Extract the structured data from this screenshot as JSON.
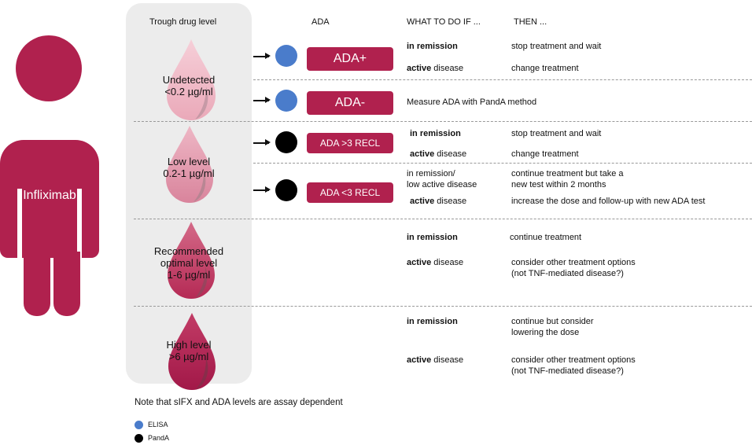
{
  "headers": {
    "trough": "Trough drug level",
    "ada": "ADA",
    "what": "WHAT TO DO IF ...",
    "then": "THEN ..."
  },
  "person": {
    "label": "Infliximab"
  },
  "levels": [
    {
      "line1": "Undetected",
      "line2": "<0.2 µg/ml"
    },
    {
      "line1": "Low level",
      "line2": "0.2-1 µg/ml"
    },
    {
      "line1": "Recommended",
      "line2": "optimal level",
      "line3": "1-6 µg/ml"
    },
    {
      "line1": "High level",
      "line2": ">6 µg/ml"
    }
  ],
  "ada_boxes": [
    "ADA+",
    "ADA-",
    "ADA >3 RECL",
    "ADA <3 RECL"
  ],
  "conditions": {
    "in_remission": "in remission",
    "active_bold": "active",
    "disease": " disease",
    "in_remission_slash": "in remission/",
    "low_active": "low active disease"
  },
  "actions": {
    "stop_wait": "stop treatment and wait",
    "change": "change treatment",
    "measure_pand": "Measure ADA with PandA method",
    "continue_test_1": "continue treatment but take a",
    "continue_test_2": "new test within 2 months",
    "increase_dose": "increase the dose and follow-up with new ADA test",
    "continue": "continue treatment",
    "consider_1": "consider other treatment options",
    "consider_2": "(not TNF-mediated disease?)",
    "continue_lower_1": "continue but consider",
    "continue_lower_2": "lowering the dose"
  },
  "note": "Note that sIFX  and ADA levels are assay dependent",
  "legend": [
    {
      "label": "ELISA",
      "color": "#4a7ccb"
    },
    {
      "label": "PandA",
      "color": "#000000"
    }
  ],
  "colors": {
    "accent": "#b0214e",
    "elisa": "#4a7ccb",
    "panda": "#000000"
  }
}
